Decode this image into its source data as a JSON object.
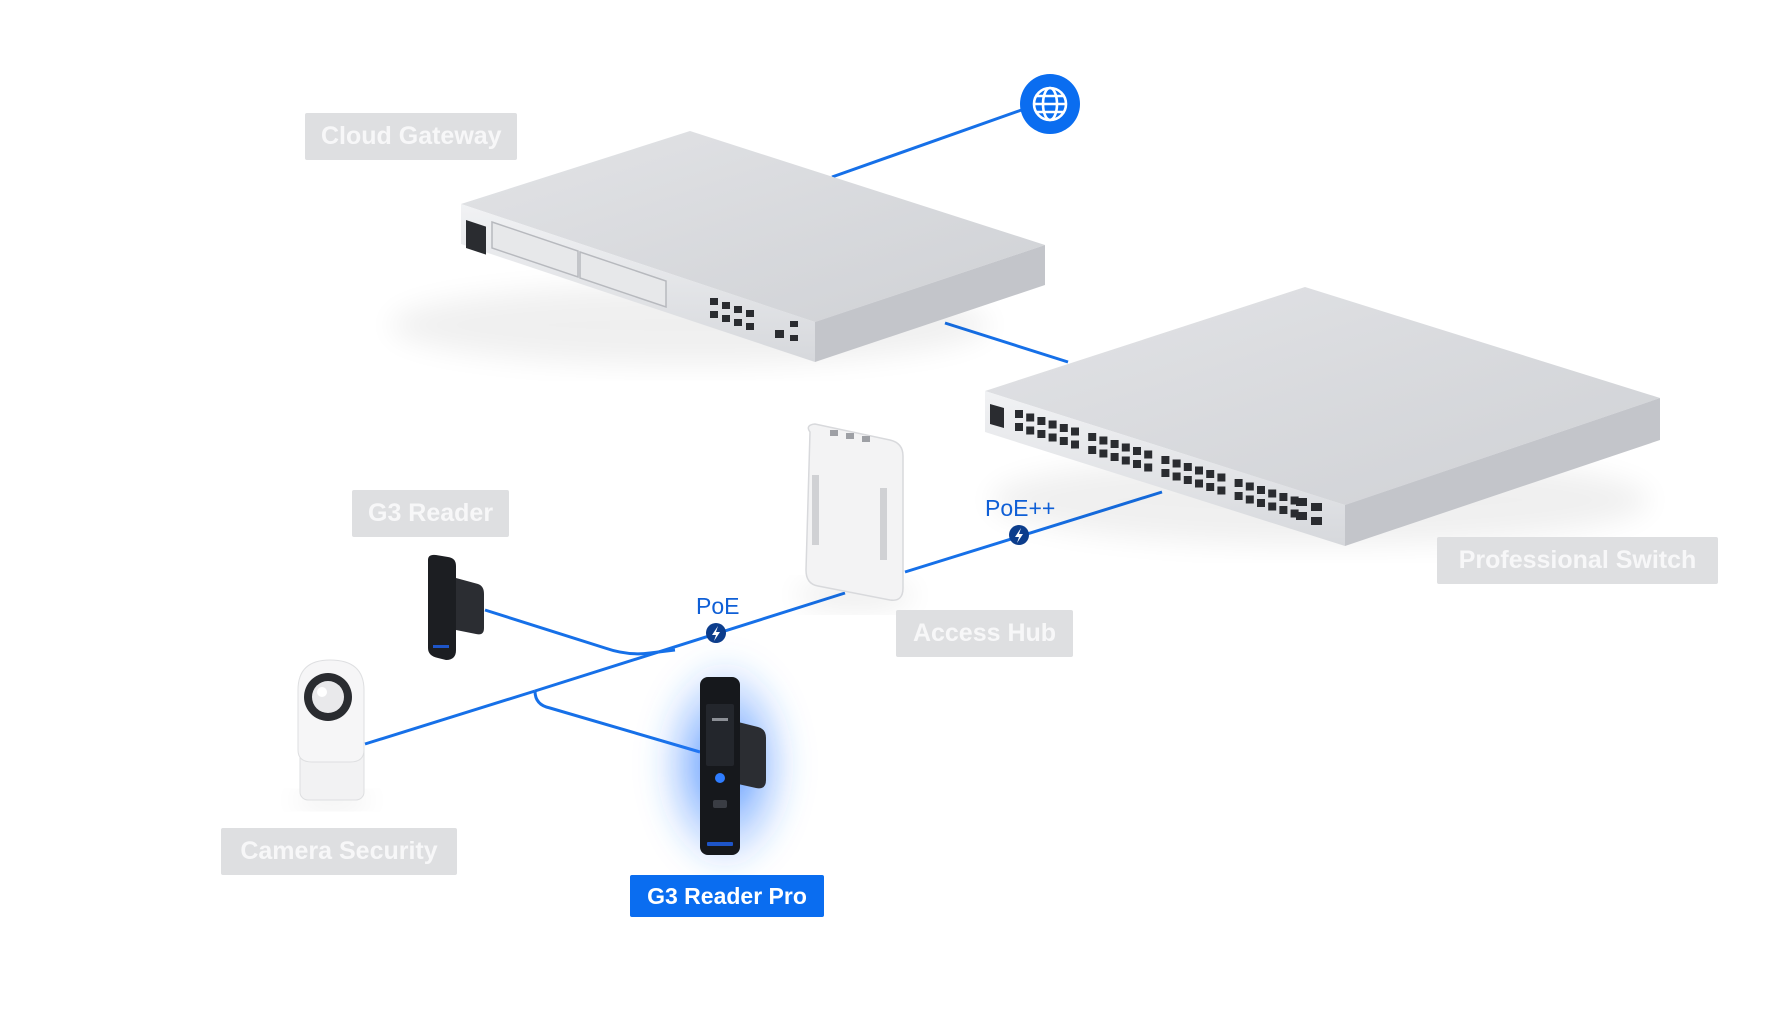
{
  "labels": {
    "cloud_gateway": "Cloud Gateway",
    "professional_switch": "Professional Switch",
    "g3_reader": "G3 Reader",
    "access_hub": "Access Hub",
    "camera_security": "Camera Security",
    "g3_reader_pro": "G3 Reader Pro"
  },
  "links": {
    "poe_plus_plus": "PoE++",
    "poe": "PoE"
  },
  "icons": {
    "internet": "globe-icon",
    "power": "bolt-icon"
  },
  "colors": {
    "link_line": "#1670e8",
    "accent": "#0a6df0",
    "label_inactive_bg": "#dedfe1",
    "badge_dark": "#0c3d8c"
  }
}
